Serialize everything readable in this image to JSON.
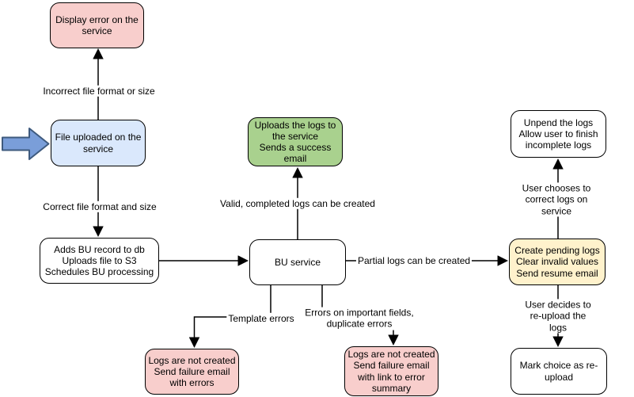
{
  "diagram": {
    "nodes": {
      "display_error": {
        "label": "Display error on the\nservice",
        "fill": "#f8cecc"
      },
      "file_uploaded": {
        "label": "File uploaded on the\nservice",
        "fill": "#dae8fc"
      },
      "adds_bu_record": {
        "label": "Adds BU record to db\nUploads file to S3\nSchedules BU processing",
        "fill": "#ffffff"
      },
      "bu_service": {
        "label": "BU service",
        "fill": "#ffffff"
      },
      "uploads_logs_success": {
        "label": "Uploads the logs to\nthe service\nSends a success\nemail",
        "fill": "#a9d18e"
      },
      "unpend_logs": {
        "label": "Unpend the logs\nAllow user to finish\nincomplete logs",
        "fill": "#ffffff"
      },
      "create_pending_logs": {
        "label": "Create pending logs\nClear invalid values\nSend resume email",
        "fill": "#fff2cc"
      },
      "mark_reupload": {
        "label": "Mark choice as re-\nupload",
        "fill": "#ffffff"
      },
      "logs_not_created_errors": {
        "label": "Logs are not created\nSend failure email\nwith errors",
        "fill": "#f8cecc"
      },
      "logs_not_created_summary": {
        "label": "Logs are not created\nSend failure email\nwith link to error\nsummary",
        "fill": "#f8cecc"
      }
    },
    "edge_labels": {
      "incorrect_format": "Incorrect file format or size",
      "correct_format": "Correct file format and size",
      "valid_logs": "Valid, completed logs can be created",
      "partial_logs": "Partial logs can be created",
      "template_errors": "Template errors",
      "important_field_errors": "Errors on important fields,\nduplicate errors",
      "user_corrects": "User chooses to correct logs on service",
      "user_reuploads": "User decides to re-upload the logs"
    },
    "colors": {
      "node_border": "#000000",
      "edge_stroke": "#000000",
      "entry_arrow_fill": "#7a9ed9",
      "entry_arrow_stroke": "#3e5a7e",
      "fill_error": "#f8cecc",
      "fill_input": "#dae8fc",
      "fill_success": "#a9d18e",
      "fill_pending": "#fff2cc"
    }
  }
}
